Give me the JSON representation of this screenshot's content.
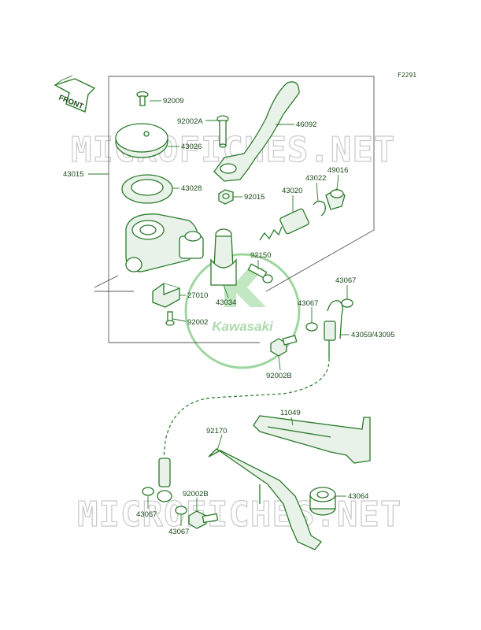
{
  "diagram_code": "F2291",
  "watermark_text": "MICROFICHES.NET",
  "logo": {
    "brand": "Kawasaki",
    "color": "#8fcf8f"
  },
  "front_arrow_label": "FRONT",
  "colors": {
    "line": "#2b7a2b",
    "text": "#1a4a1a",
    "watermark": "#c9c9c9"
  },
  "labels": {
    "p92009": "92009",
    "p92002A": "92002A",
    "p46092": "46092",
    "p43026": "43026",
    "p43015": "43015",
    "p43028": "43028",
    "p92015": "92015",
    "p43020": "43020",
    "p43022": "43022",
    "p49016": "49016",
    "p92150": "92150",
    "p27010": "27010",
    "p43034": "43034",
    "p92002": "92002",
    "p43067a": "43067",
    "p43067b": "43067",
    "p43059": "43059/43095",
    "p92002B": "92002B",
    "p11049": "11049",
    "p92170": "92170",
    "p43064": "43064",
    "p43067c": "43067",
    "p92002B2": "92002B",
    "p43067d": "43067"
  }
}
